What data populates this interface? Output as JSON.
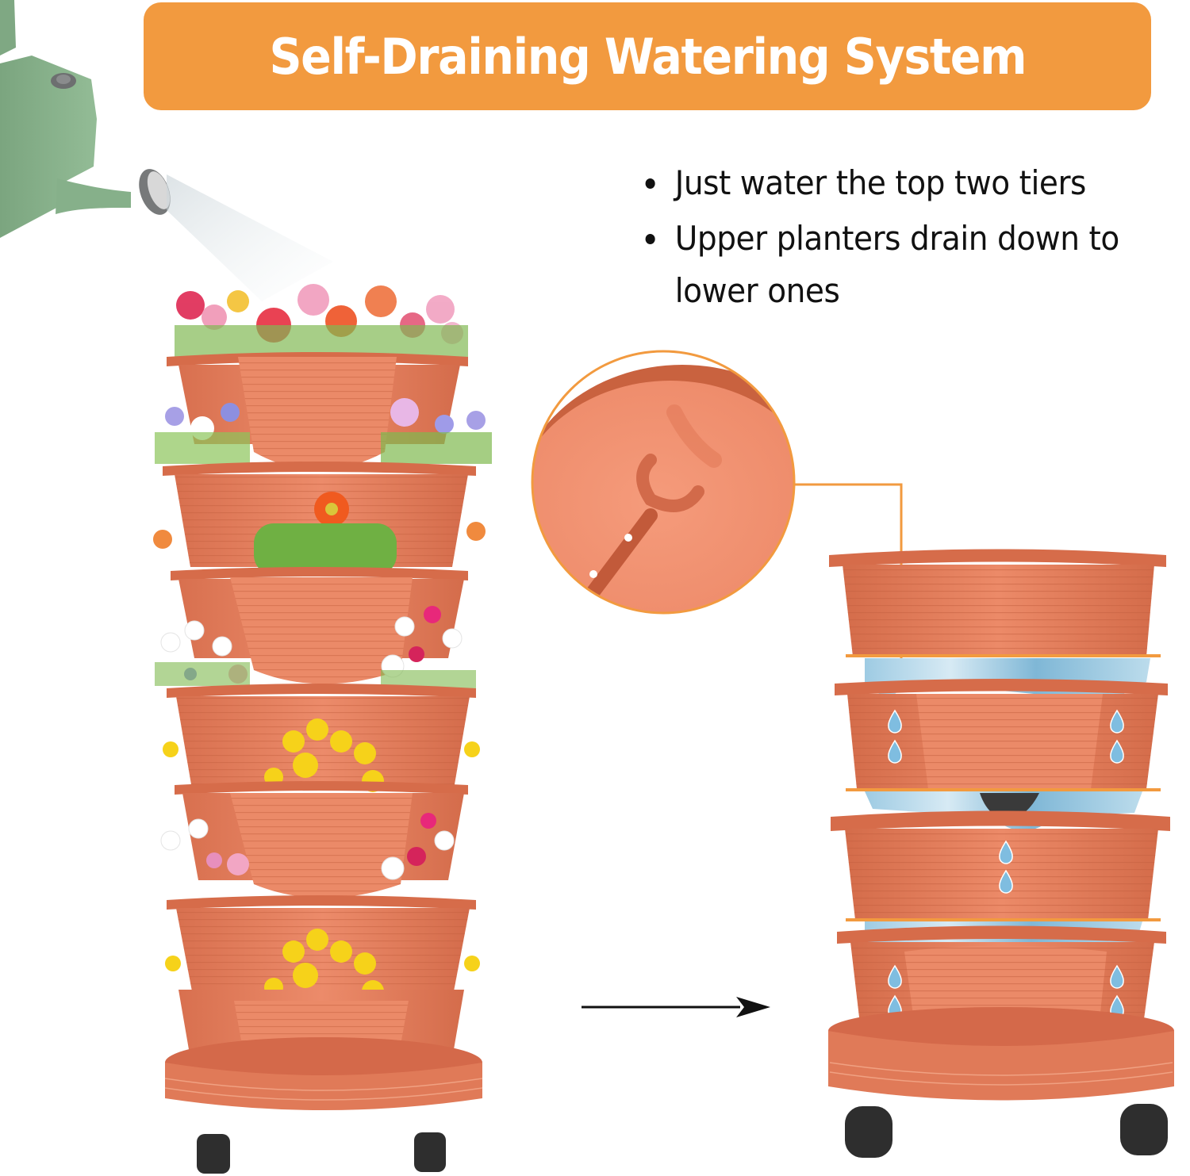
{
  "banner": {
    "title": "Self-Draining Watering System",
    "background_color": "#F29A3F",
    "text_color": "#FFFFFF"
  },
  "features": [
    {
      "text": "Just water the top two tiers"
    },
    {
      "text": "Upper planters drain down to lower ones"
    }
  ],
  "illustrations": {
    "watering_can": {
      "icon": "watering-can-icon",
      "color": "#86B08A"
    },
    "planted_tower": {
      "icon": "stacked-planter-with-flowers",
      "tiers": 6,
      "color": "#E0795A"
    },
    "drain_hole_callout": {
      "icon": "magnified-drain-hole",
      "ring_color": "#F29A3F"
    },
    "cross_section": {
      "icon": "draining-planter-cross-section",
      "tiers": 4,
      "water_color": "#8EC3DE"
    },
    "direction_arrow": {
      "icon": "arrow-right-icon"
    }
  },
  "colors": {
    "terracotta": "#E0795A",
    "terracotta_dark": "#C9623F",
    "terracotta_light": "#EE9274",
    "accent_orange": "#F29A3F",
    "water": "#8EC3DE",
    "wheel": "#2E2E2E"
  }
}
